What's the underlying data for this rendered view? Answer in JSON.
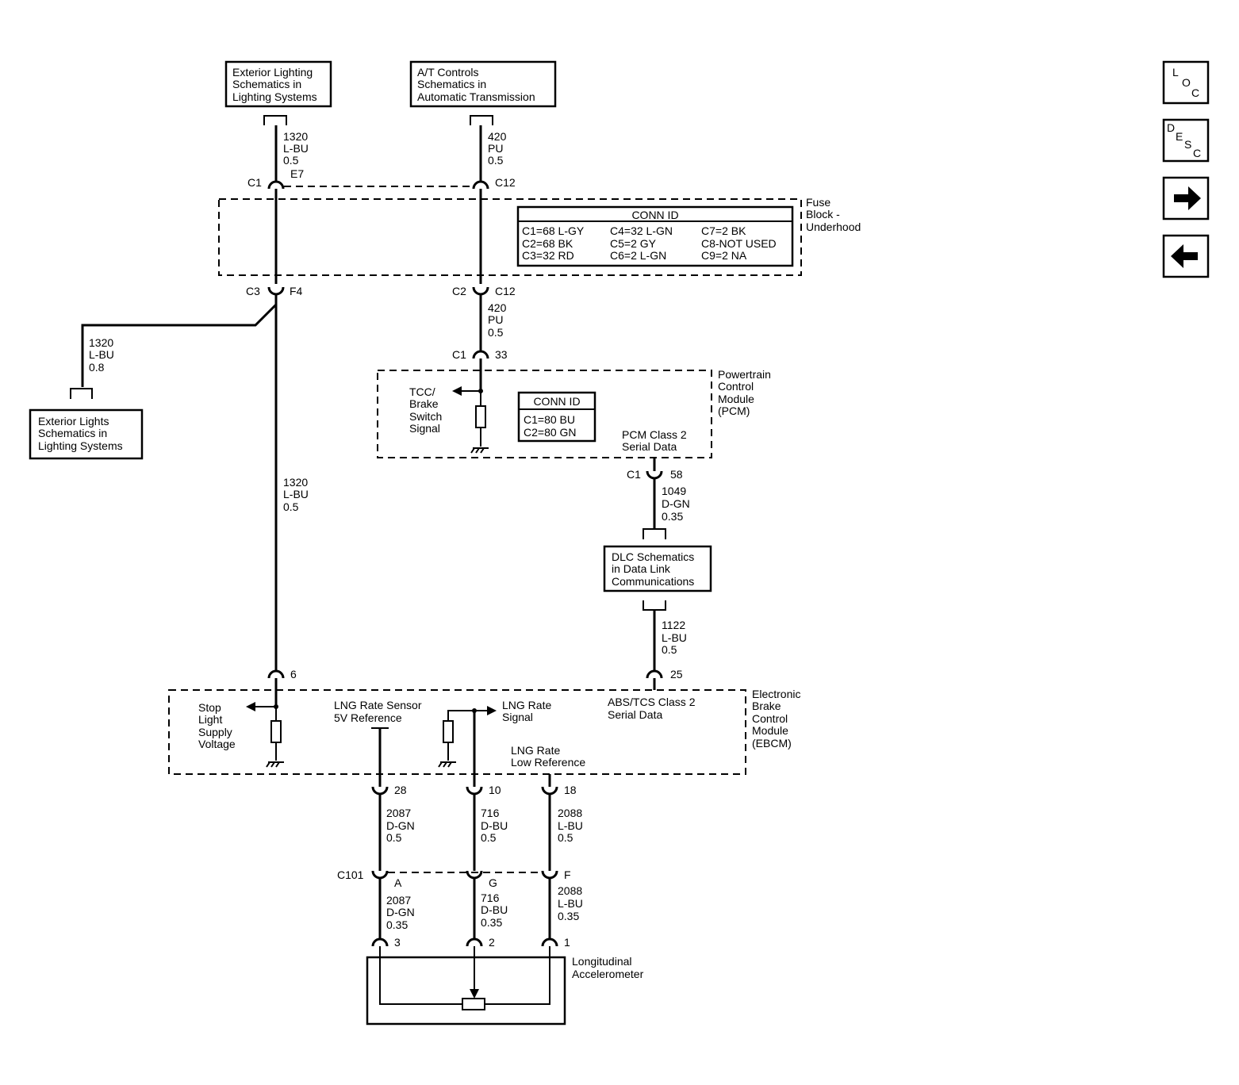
{
  "nav": {
    "loc": {
      "l1": "L",
      "l2": "O",
      "l3": "C"
    },
    "desc": {
      "l1": "D",
      "l2": "E",
      "l3": "S",
      "l4": "C"
    }
  },
  "refs": {
    "ext_lighting": [
      "Exterior Lighting",
      "Schematics in",
      "Lighting Systems"
    ],
    "at_controls": [
      "A/T Controls",
      "Schematics in",
      "Automatic Transmission"
    ],
    "ext_lights": [
      "Exterior Lights",
      "Schematics in",
      "Lighting Systems"
    ],
    "dlc": [
      "DLC Schematics",
      "in Data Link",
      "Communications"
    ]
  },
  "fuse_block": {
    "label": [
      "Fuse",
      "Block -",
      "Underhood"
    ],
    "conn_id_title": "CONN ID",
    "conn_rows": [
      [
        "C1=68 L-GY",
        "C4=32 L-GN",
        "C7=2 BK"
      ],
      [
        "C2=68 BK",
        "C5=2 GY",
        "C8-NOT USED"
      ],
      [
        "C3=32 RD",
        "C6=2 L-GN",
        "C9=2 NA"
      ]
    ]
  },
  "pcm": {
    "label": [
      "Powertrain",
      "Control",
      "Module",
      "(PCM)"
    ],
    "conn_id_title": "CONN ID",
    "conn_rows": [
      "C1=80 BU",
      "C2=80 GN"
    ],
    "tcc_signal": [
      "TCC/",
      "Brake",
      "Switch",
      "Signal"
    ],
    "class2": [
      "PCM Class 2",
      "Serial Data"
    ]
  },
  "ebcm": {
    "label": [
      "Electronic",
      "Brake",
      "Control",
      "Module",
      "(EBCM)"
    ],
    "stop_light": [
      "Stop",
      "Light",
      "Supply",
      "Voltage"
    ],
    "lng_ref": [
      "LNG Rate Sensor",
      "5V Reference"
    ],
    "lng_signal": [
      "LNG Rate",
      "Signal"
    ],
    "lng_low": [
      "LNG Rate",
      "Low Reference"
    ],
    "abs_class2": [
      "ABS/TCS Class 2",
      "Serial Data"
    ]
  },
  "accelerometer": {
    "label": [
      "Longitudinal",
      "Accelerometer"
    ]
  },
  "wires": {
    "w1320_top": [
      "1320",
      "L-BU",
      "0.5"
    ],
    "w420_top": [
      "420",
      "PU",
      "0.5"
    ],
    "w420_mid": [
      "420",
      "PU",
      "0.5"
    ],
    "w1320_08": [
      "1320",
      "L-BU",
      "0.8"
    ],
    "w1320_mid": [
      "1320",
      "L-BU",
      "0.5"
    ],
    "w1049": [
      "1049",
      "D-GN",
      "0.35"
    ],
    "w1122": [
      "1122",
      "L-BU",
      "0.5"
    ],
    "w2087_a": [
      "2087",
      "D-GN",
      "0.5"
    ],
    "w716_a": [
      "716",
      "D-BU",
      "0.5"
    ],
    "w2088_a": [
      "2088",
      "L-BU",
      "0.5"
    ],
    "w2087_b": [
      "2087",
      "D-GN",
      "0.35"
    ],
    "w716_b": [
      "716",
      "D-BU",
      "0.35"
    ],
    "w2088_b": [
      "2088",
      "L-BU",
      "0.35"
    ]
  },
  "connectors": {
    "fb_c1": "C1",
    "fb_e7": "E7",
    "fb_c12_top": "C12",
    "fb_c3": "C3",
    "fb_f4": "F4",
    "fb_c2": "C2",
    "fb_c12_bot": "C12",
    "pcm_c1_top": "C1",
    "pcm_33": "33",
    "pcm_c1_bot": "C1",
    "pcm_58": "58",
    "ebcm_6": "6",
    "ebcm_25": "25",
    "ebcm_28": "28",
    "ebcm_10": "10",
    "ebcm_18": "18",
    "c101": "C101",
    "c101_a": "A",
    "c101_g": "G",
    "c101_f": "F",
    "acc_3": "3",
    "acc_2": "2",
    "acc_1": "1"
  }
}
